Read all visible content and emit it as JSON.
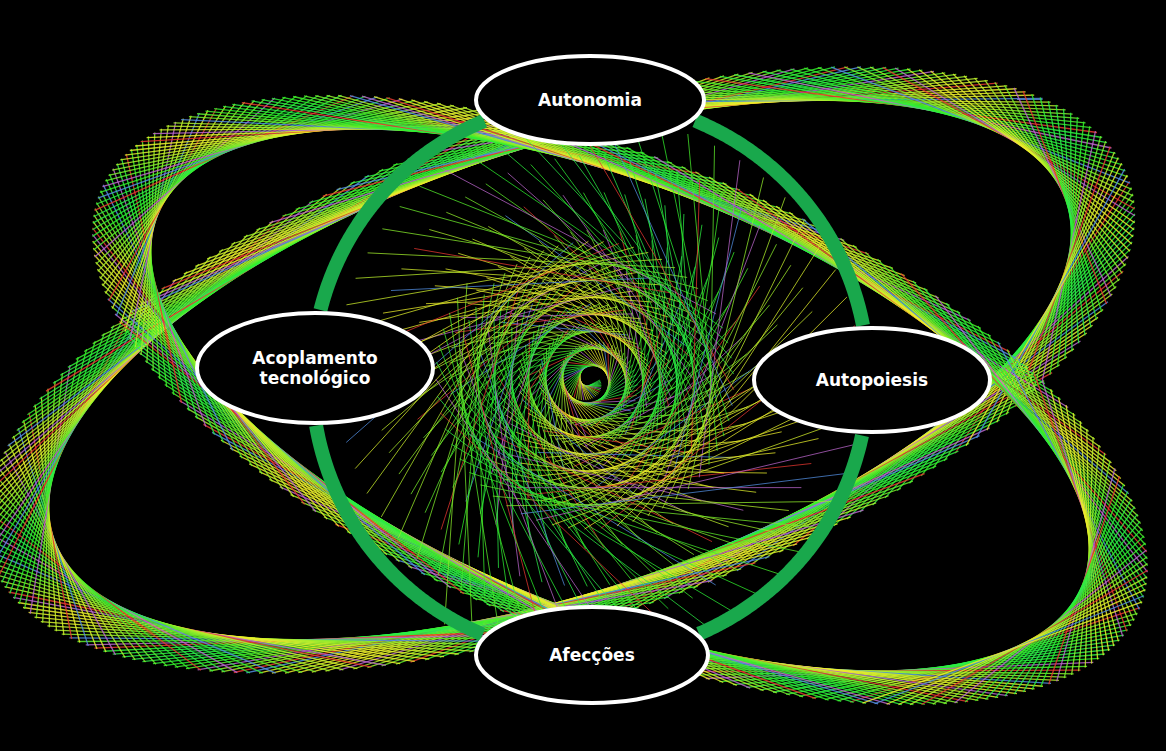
{
  "diagram": {
    "nodes": [
      {
        "text": [
          "Autonomia"
        ]
      },
      {
        "text": [
          "Acoplamento tecnológico"
        ]
      },
      {
        "text": [
          "Autopoiesis"
        ]
      },
      {
        "text": [
          "Afecções"
        ]
      }
    ],
    "edges": [
      {
        "from": 0,
        "to": 2,
        "arrow": "none"
      },
      {
        "from": 2,
        "to": 3,
        "arrow": "none"
      },
      {
        "from": 3,
        "to": 1,
        "arrow": "none"
      },
      {
        "from": 1,
        "to": 0,
        "arrow": "none"
      }
    ]
  }
}
